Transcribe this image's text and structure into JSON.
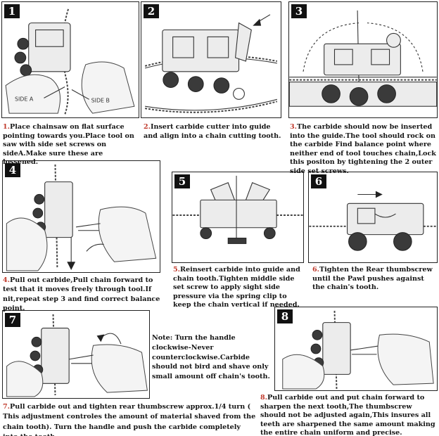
{
  "panels": [
    {
      "num": "1"
    },
    {
      "num": "2"
    },
    {
      "num": "3"
    },
    {
      "num": "4"
    },
    {
      "num": "5"
    },
    {
      "num": "6"
    },
    {
      "num": "7"
    },
    {
      "num": "8"
    }
  ],
  "labels": {
    "side_a": "SIDE A",
    "side_b": "SIDE B"
  },
  "captions": [
    {
      "num": "1.",
      "text": "Place chainsaw on flat surface pointing towards you.Place tool on saw with side set screws on sideA.Make sure these are lossened."
    },
    {
      "num": "2.",
      "text": "Insert carbide cutter into guide and align into a chain cutting tooth."
    },
    {
      "num": "3.",
      "text": "The carbide should now be inserted into the guide.The tool should rock on the carbide Find balance point where neither end of tool touches chain,Lock this positon by tightening the 2 outer side set screws."
    },
    {
      "num": "4.",
      "text": "Pull out carbide,Pull chain forward to test that it moves freely through tool.If nit,repeat step 3 and find correct balance point."
    },
    {
      "num": "5.",
      "text": "Reinsert carbide into guide and chain tooth.Tighten middle side set screw to apply sight side pressure via the spring clip to keep the chain vertical if needed."
    },
    {
      "num": "6.",
      "text": "Tighten the Rear thumbscrew until the Pawl pushes against the chain's tooth."
    },
    {
      "num": "7.",
      "text": "Pull carbide out and tighten rear  thumbscrew approx.1/4  turn ( This adjustment controles the amount of material shaved from the chain tooth). Turn the handle and push the carbide completely into the tooth."
    },
    {
      "num": "8.",
      "text": "Pull carbide out and put chain forward to sharpen the next tooth,The thumbscrew should not be adjusted again,This insures all teeth are sharpened the same amount making the entire chain uniform and precise."
    }
  ],
  "note": "Note: Turn the handle clockwise-Never counterclockwise.Carbide should not bird and shave only small amount off chain's tooth."
}
